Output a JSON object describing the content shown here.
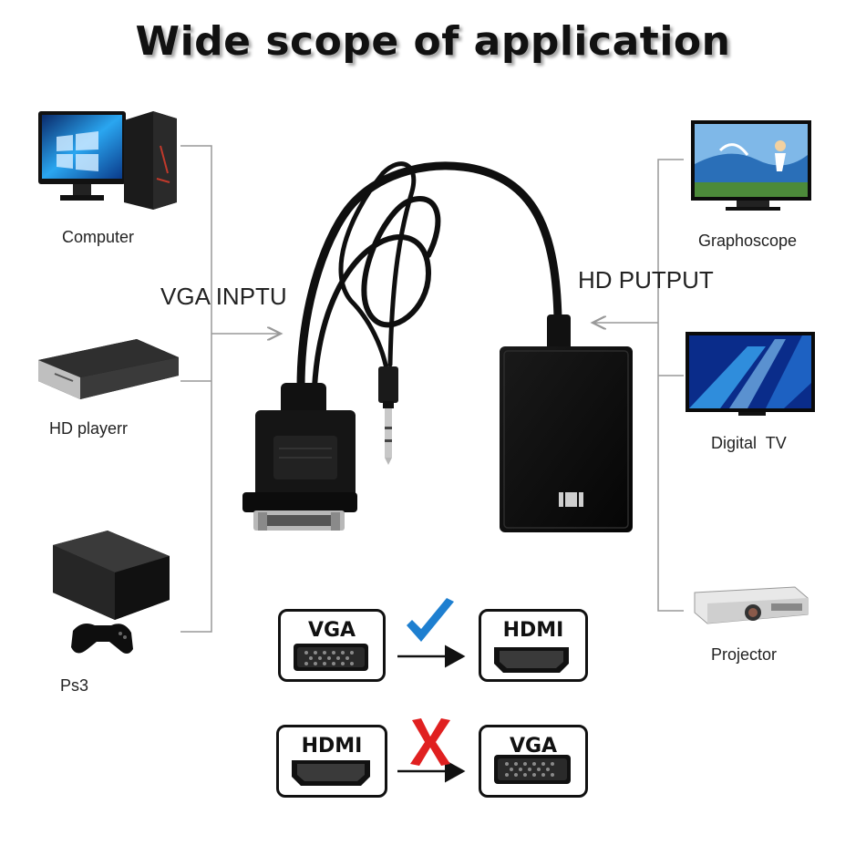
{
  "title": "Wide scope of application",
  "input_label": "VGA INPTU",
  "output_label": "HD PUTPUT",
  "left_devices": [
    {
      "label": "Computer",
      "icon": "computer-icon"
    },
    {
      "label": "HD playerr",
      "icon": "dvd-player-icon"
    },
    {
      "label": "Ps3",
      "icon": "game-console-icon"
    }
  ],
  "right_devices": [
    {
      "label": "Graphoscope",
      "icon": "monitor-icon"
    },
    {
      "label": "Digital  TV",
      "icon": "tv-icon"
    },
    {
      "label": "Projector",
      "icon": "projector-icon"
    }
  ],
  "conversions": [
    {
      "from": "VGA",
      "to": "HDMI",
      "supported": true,
      "mark_icon": "check-icon"
    },
    {
      "from": "HDMI",
      "to": "VGA",
      "supported": false,
      "mark_icon": "cross-icon"
    }
  ],
  "colors": {
    "check": "#1e7fd0",
    "cross": "#e02020",
    "line": "#999999",
    "adapter": "#0d0d0d"
  }
}
